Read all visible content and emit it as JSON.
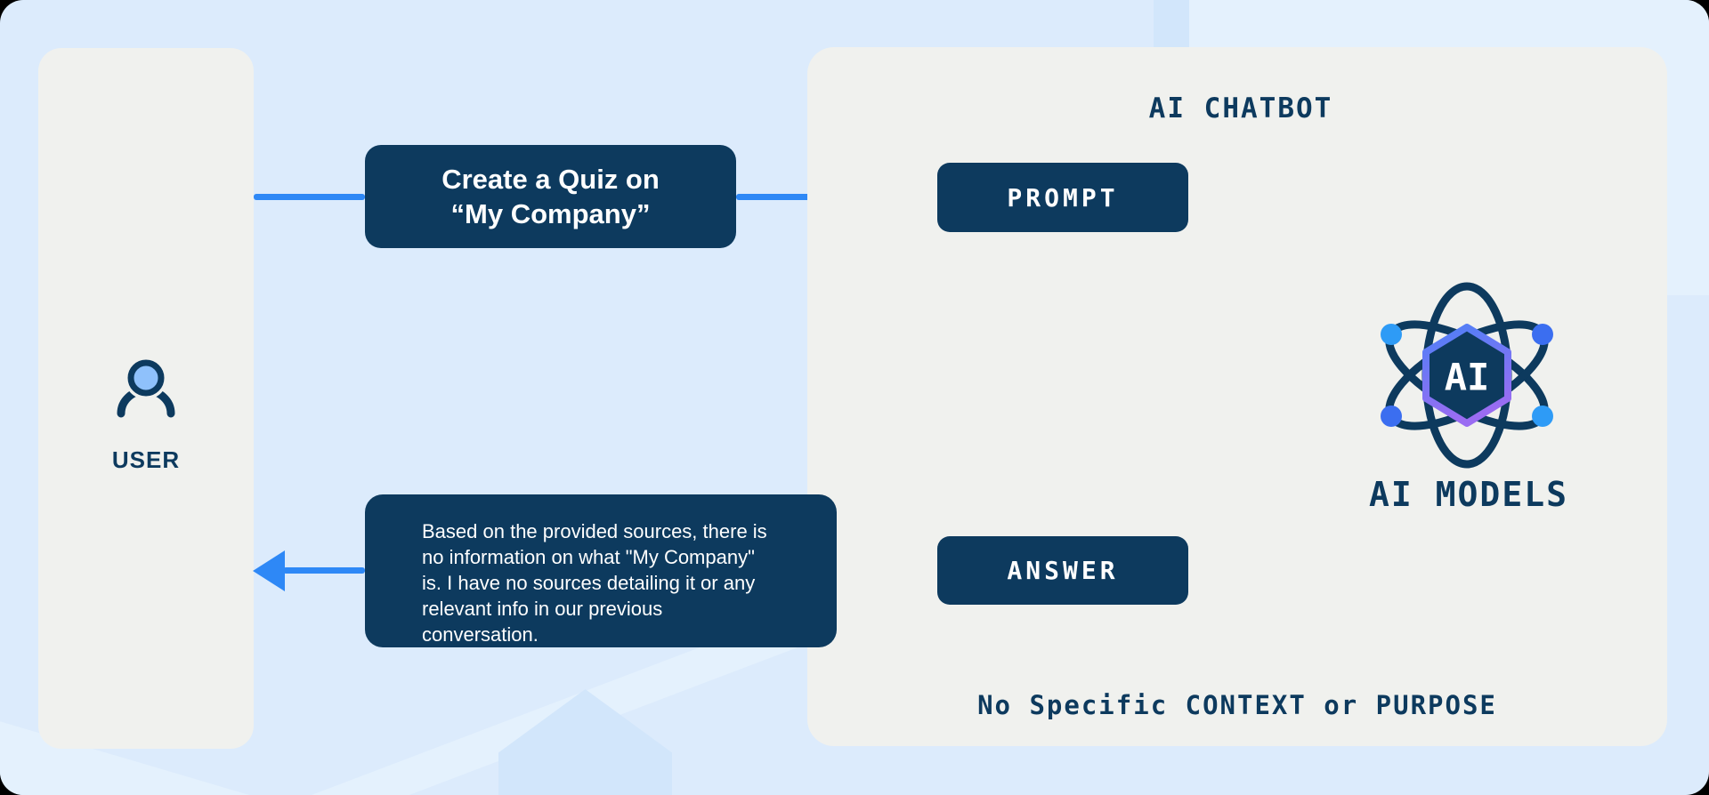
{
  "colors": {
    "bg": "#dcebfc",
    "panel": "#f0f1ee",
    "navy": "#0d3a5e",
    "arrow": "#2e88f6",
    "decolight": "#e4f1fd",
    "decodark": "#d2e6fb",
    "headfill": "#8fc1fb",
    "hexa": "#4e80f7",
    "hexb": "#9a6cf2"
  },
  "user_panel": {
    "label": "USER"
  },
  "request_box": {
    "line1": "Create a Quiz on",
    "line2": "“My Company”"
  },
  "chatbot_panel": {
    "title": "AI CHATBOT",
    "prompt_label": "PROMPT",
    "answer_label": "ANSWER",
    "footer": "No Specific CONTEXT or PURPOSE"
  },
  "ai_models": {
    "hex_label": "AI",
    "label": "AI MODELS"
  },
  "response_box": {
    "lines": [
      "Based on the provided sources, there is",
      "no information on what \"My Company\"",
      "is. I have no sources detailing it or any",
      "relevant info in our previous",
      "conversation."
    ]
  }
}
